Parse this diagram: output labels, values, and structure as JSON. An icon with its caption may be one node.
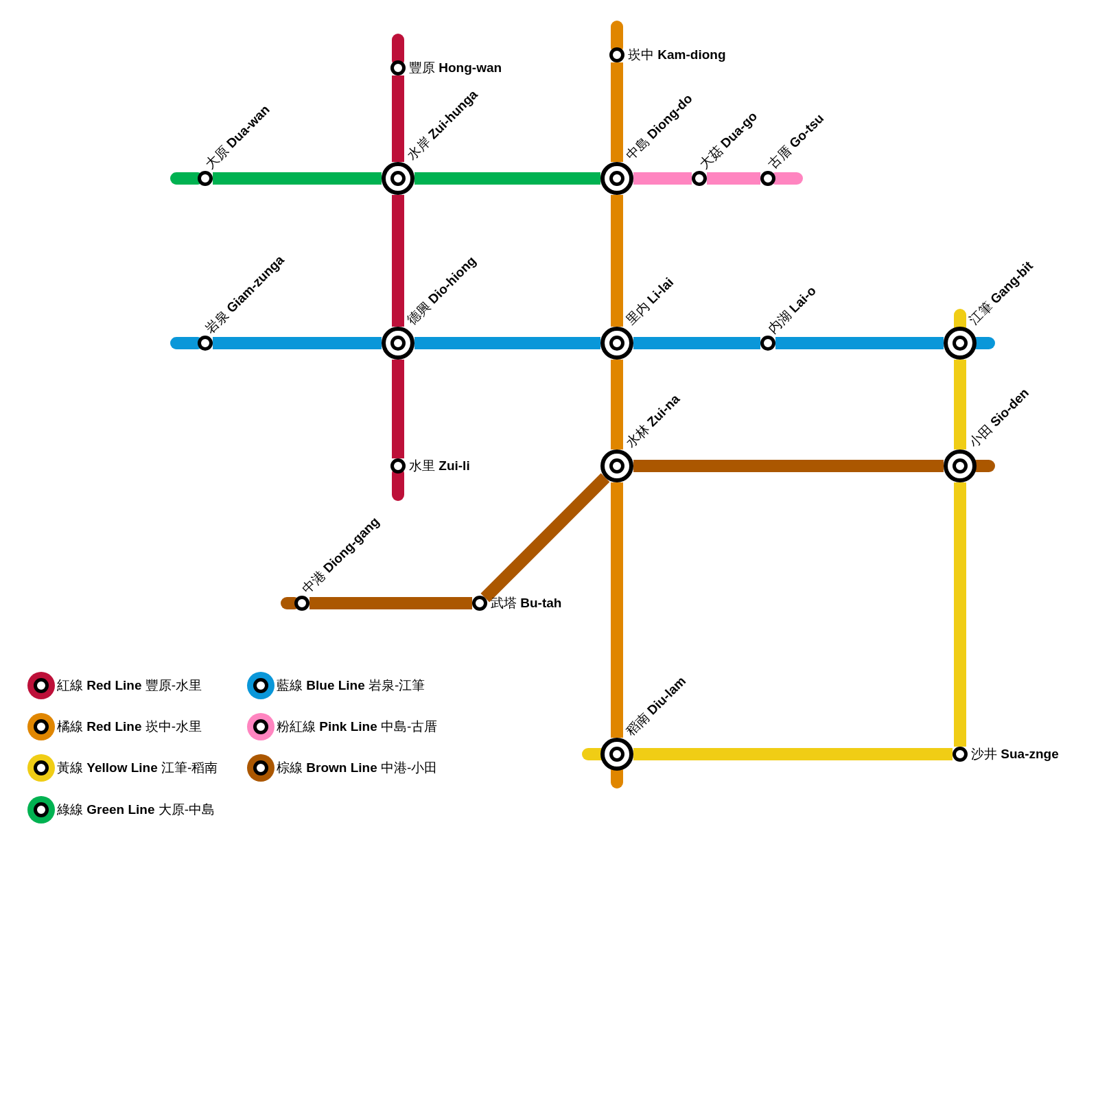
{
  "diagram": {
    "nodes": [
      {
        "text": [],
        "shape": "circle",
        "beside": [
          "崁中 **Kam-diong**"
        ]
      },
      {
        "text": [],
        "shape": "circle",
        "beside": [
          "豐原 **Hong-wan**"
        ]
      },
      {
        "text": [],
        "shape": "circle",
        "beside": [
          "大原 **Dua-wan**"
        ]
      },
      {
        "text": [],
        "shape": "circle",
        "beside": [
          "水岸 **Zui-hunga**"
        ]
      },
      {
        "text": [],
        "shape": "circle",
        "beside": [
          "中島 **Diong-do**"
        ]
      },
      {
        "text": [],
        "shape": "circle",
        "beside": [
          "大菇 **Dua-go**"
        ]
      },
      {
        "text": [],
        "shape": "circle",
        "beside": [
          "古厝 **Go-tsu**"
        ]
      },
      {
        "text": [],
        "shape": "circle",
        "beside": [
          "岩泉 **Giam-zunga**"
        ]
      },
      {
        "text": [],
        "shape": "circle",
        "beside": [
          "德興 **Dio-hiong**"
        ]
      },
      {
        "text": [],
        "shape": "circle",
        "beside": [
          "里内 **Li-lai**"
        ]
      },
      {
        "text": [],
        "shape": "circle",
        "beside": [
          "内湖 **Lai-o**"
        ]
      },
      {
        "text": [],
        "shape": "circle",
        "beside": [
          "江筆 **Gang-bit**"
        ]
      },
      {
        "text": [],
        "shape": "circle",
        "beside": [
          "水里 **Zui-li**"
        ]
      },
      {
        "text": [],
        "shape": "circle",
        "beside": [
          "水林 **Zui-na**"
        ]
      },
      {
        "text": [],
        "shape": "circle",
        "beside": [
          "小田 **Sio-den**"
        ]
      },
      {
        "text": [],
        "shape": "circle",
        "beside": [
          "中港 **Diong-gang**"
        ]
      },
      {
        "text": [],
        "shape": "circle",
        "beside": [
          "武塔 **Bu-tah**"
        ]
      },
      {
        "text": [],
        "shape": "circle",
        "beside": [
          "稻南 **Diu-lam**"
        ]
      },
      {
        "text": [],
        "shape": "circle",
        "beside": [
          "沙井 **Sua-znge**"
        ]
      }
    ],
    "edges": [
      {
        "from": 1,
        "to": 3,
        "arrow": "none",
        "color": "#bd1039"
      },
      {
        "from": 3,
        "to": 8,
        "arrow": "none",
        "color": "#bd1039"
      },
      {
        "from": 8,
        "to": 12,
        "arrow": "none",
        "color": "#bd1039"
      },
      {
        "from": 0,
        "to": 4,
        "arrow": "none",
        "color": "#e08600"
      },
      {
        "from": 4,
        "to": 9,
        "arrow": "none",
        "color": "#e08600"
      },
      {
        "from": 9,
        "to": 13,
        "arrow": "none",
        "color": "#e08600"
      },
      {
        "from": 13,
        "to": 17,
        "arrow": "none",
        "color": "#e08600"
      },
      {
        "from": 2,
        "to": 3,
        "arrow": "none",
        "color": "#00b251"
      },
      {
        "from": 3,
        "to": 4,
        "arrow": "none",
        "color": "#00b251"
      },
      {
        "from": 4,
        "to": 5,
        "arrow": "none",
        "color": "#ff85c0"
      },
      {
        "from": 5,
        "to": 6,
        "arrow": "none",
        "color": "#ff85c0"
      },
      {
        "from": 7,
        "to": 8,
        "arrow": "none",
        "color": "#0a97d9"
      },
      {
        "from": 8,
        "to": 9,
        "arrow": "none",
        "color": "#0a97d9"
      },
      {
        "from": 9,
        "to": 10,
        "arrow": "none",
        "color": "#0a97d9"
      },
      {
        "from": 10,
        "to": 11,
        "arrow": "none",
        "color": "#0a97d9"
      },
      {
        "from": 11,
        "to": 14,
        "arrow": "none",
        "color": "#f0cd15"
      },
      {
        "from": 14,
        "to": 18,
        "arrow": "none",
        "color": "#f0cd15"
      },
      {
        "from": 18,
        "to": 17,
        "arrow": "none",
        "color": "#f0cd15"
      },
      {
        "from": 15,
        "to": 16,
        "arrow": "none",
        "color": "#ab5700"
      },
      {
        "from": 16,
        "to": 13,
        "arrow": "none",
        "color": "#ab5700"
      },
      {
        "from": 13,
        "to": 14,
        "arrow": "none",
        "color": "#ab5700"
      }
    ],
    "legend": [
      {
        "text": "紅線 **Red Line** 豐原-水里",
        "color": "#bd1039"
      },
      {
        "text": "橘線 **Red Line** 崁中-水里",
        "color": "#e08600"
      },
      {
        "text": "黃線 **Yellow Line** 江筆-稻南",
        "color": "#f0cd15"
      },
      {
        "text": "綠線 **Green Line** 大原-中島",
        "color": "#00b251"
      },
      {
        "text": "藍線 **Blue Line** 岩泉-江筆",
        "color": "#0a97d9"
      },
      {
        "text": "粉紅線 **Pink Line** 中島-古厝",
        "color": "#ff85c0"
      },
      {
        "text": "棕線 **Brown Line** 中港-小田",
        "color": "#ab5700"
      }
    ]
  }
}
